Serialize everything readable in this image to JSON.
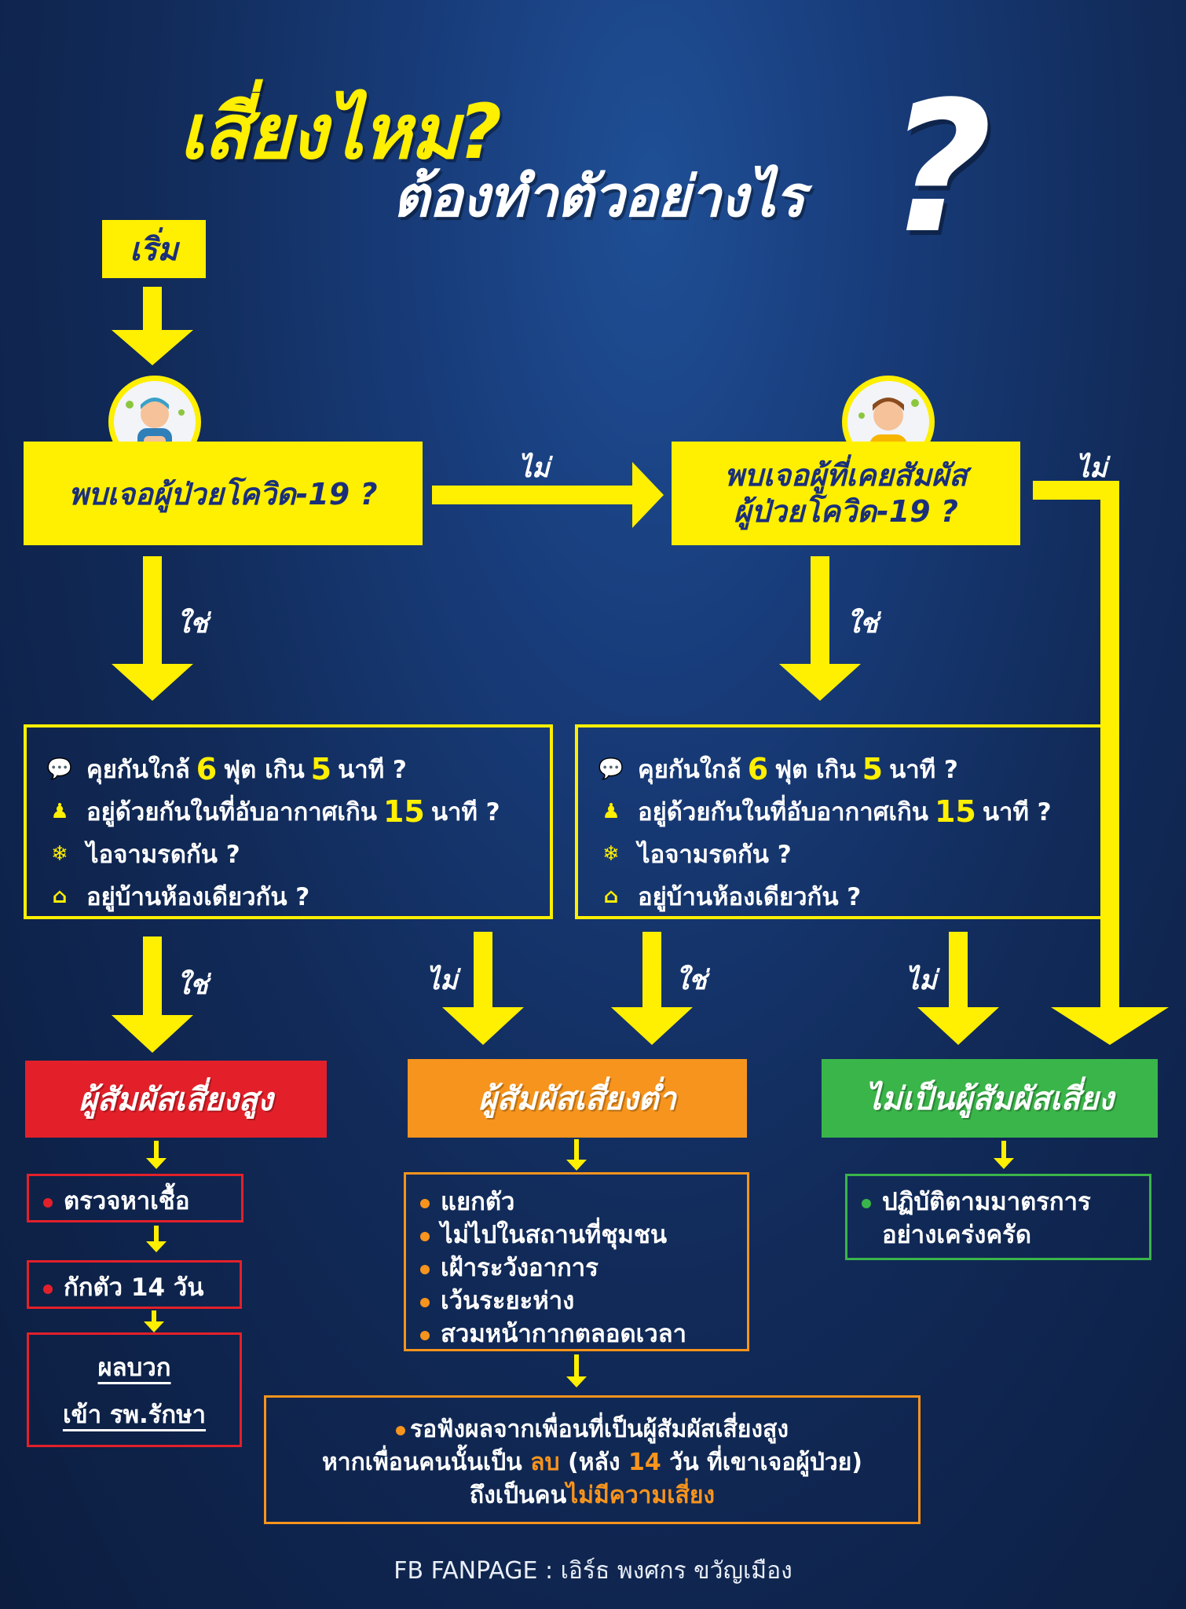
{
  "title": {
    "line1": "เสี่ยงไหม?",
    "line2": "ต้องทำตัวอย่างไร",
    "big_question": "?"
  },
  "start": "เริ่ม",
  "decision1": "พบเจอผู้ป่วยโควิด-19 ?",
  "decision2": {
    "line1": "พบเจอผู้ที่เคยสัมผัส",
    "line2": "ผู้ป่วยโควิด-19 ?"
  },
  "labels": {
    "yes": "ใช่",
    "no": "ไม่"
  },
  "criteria": [
    {
      "icon": "chat-icon",
      "pre": "คุยกันใกล้",
      "n1": "6",
      "mid": "ฟุต เกิน",
      "n2": "5",
      "post": "นาที ?"
    },
    {
      "icon": "person-icon",
      "pre": "อยู่ด้วยกันในที่อับอากาศเกิน",
      "n1": "15",
      "mid": "",
      "n2": "",
      "post": "นาที ?"
    },
    {
      "icon": "virus-icon",
      "pre": "ไอจามรดกัน ?",
      "n1": "",
      "mid": "",
      "n2": "",
      "post": ""
    },
    {
      "icon": "house-icon",
      "pre": "อยู่บ้านห้องเดียวกัน ?",
      "n1": "",
      "mid": "",
      "n2": "",
      "post": ""
    }
  ],
  "results": {
    "high": "ผู้สัมผัสเสี่ยงสูง",
    "low": "ผู้สัมผัสเสี่ยงต่ำ",
    "none": "ไม่เป็นผู้สัมผัสเสี่ยง"
  },
  "high_steps": {
    "test": "ตรวจหาเชื้อ",
    "quarantine": "กักตัว 14 วัน",
    "positive": "ผลบวก",
    "hospital": "เข้า รพ.รักษา"
  },
  "low_steps": [
    "แยกตัว",
    "ไม่ไปในสถานที่ชุมชน",
    "เฝ้าระวังอาการ",
    "เว้นระยะห่าง",
    "สวมหน้ากากตลอดเวลา"
  ],
  "none_steps": {
    "line1": "ปฏิบัติตามมาตรการ",
    "line2": "อย่างเคร่งครัด"
  },
  "wait_note": {
    "line1": "รอฟังผลจากเพื่อนที่เป็นผู้สัมผัสเสี่ยงสูง",
    "line2_pre": "หากเพื่อนคนนั้นเป็น",
    "line2_neg": "ลบ",
    "line2_mid": "(หลัง",
    "line2_days": "14",
    "line2_post": "วัน ที่เขาเจอผู้ป่วย)",
    "line3_pre": "ถึงเป็นคน",
    "line3_em": "ไม่มีความเสี่ยง"
  },
  "footer": "FB FANPAGE : เอิร์ธ พงศกร ขวัญเมือง",
  "colors": {
    "yellow": "#ffef00",
    "red": "#e3202a",
    "orange": "#f7941d",
    "green": "#3ab54a",
    "navy_text": "#1a2f7a"
  }
}
